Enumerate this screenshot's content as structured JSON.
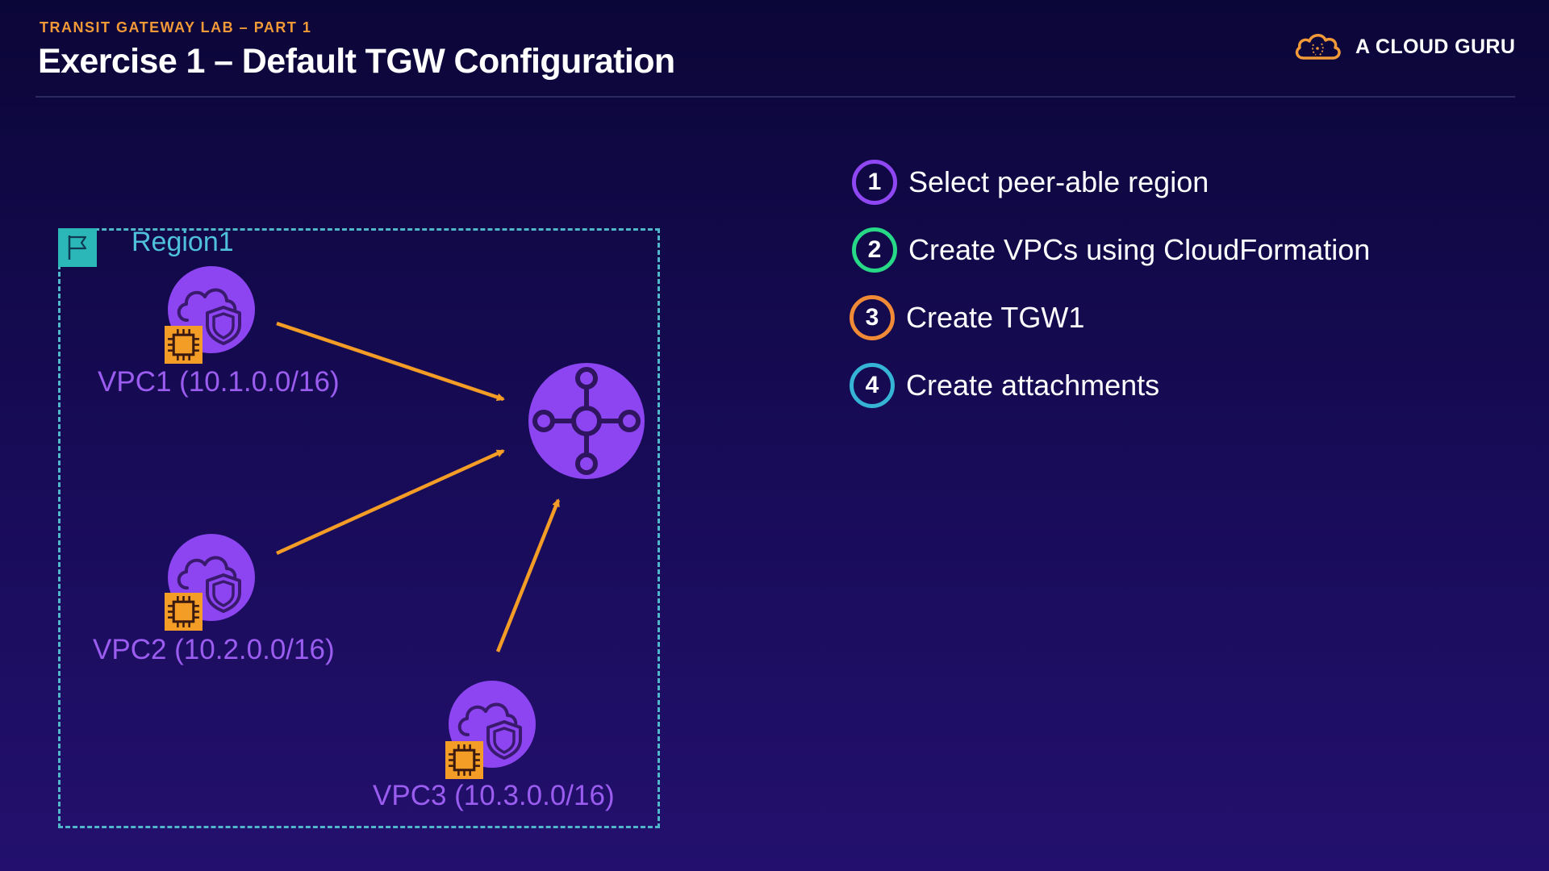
{
  "header": {
    "kicker": "TRANSIT GATEWAY LAB – PART 1",
    "title": "Exercise 1 – Default TGW Configuration"
  },
  "brand": {
    "name": "A CLOUD GURU",
    "logo_icon": "cloud-logo-icon"
  },
  "diagram": {
    "region_label": "Region1",
    "region_icon": "flag-icon",
    "vpcs": [
      {
        "label": "VPC1 (10.1.0.0/16)",
        "icon": "vpc-icon"
      },
      {
        "label": "VPC2 (10.2.0.0/16)",
        "icon": "vpc-icon"
      },
      {
        "label": "VPC3 (10.3.0.0/16)",
        "icon": "vpc-icon"
      }
    ],
    "transit_gateway_icon": "transit-gateway-icon",
    "colors": {
      "vpc": "#8c45f0",
      "chip": "#f39c26",
      "arrow": "#f39c26",
      "region": "#4fb7c9",
      "tgw": "#8c45f0"
    }
  },
  "steps": [
    {
      "number": "1",
      "text": "Select peer-able region",
      "color": "#8e47f2"
    },
    {
      "number": "2",
      "text": "Create VPCs using CloudFormation",
      "color": "#27d886"
    },
    {
      "number": "3",
      "text": "Create TGW1",
      "color": "#f08a36"
    },
    {
      "number": "4",
      "text": "Create attachments",
      "color": "#35b4d6"
    }
  ]
}
